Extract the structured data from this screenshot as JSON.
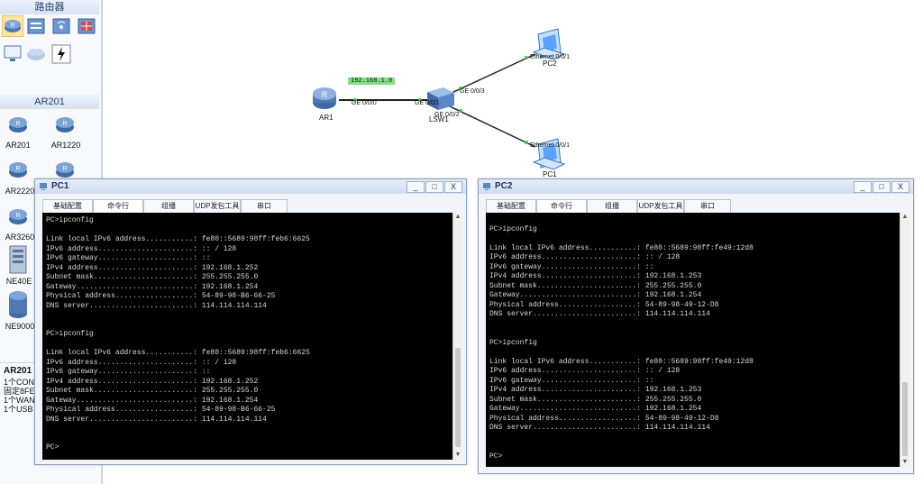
{
  "left_panel": {
    "section1_title": "路由器",
    "section2_title": "AR201",
    "devices": [
      "AR201",
      "AR1220",
      "AR2220",
      "AR3260",
      "NE40E",
      "NE9000"
    ],
    "info_title": "AR201",
    "info_lines": [
      "1个CON/",
      "固定8FE",
      "1个WAN",
      "1个USB"
    ]
  },
  "topology": {
    "nodes": {
      "ar1": "AR1",
      "lsw1": "LSW1",
      "pc1": "PC1",
      "pc2": "PC2"
    },
    "network_label": "192.168.1.0",
    "ports": {
      "ar1_port": "GE 0/0/0",
      "lsw_port1": "GE 0/0/1",
      "lsw_port2": "GE 0/0/2",
      "lsw_port3": "GE 0/0/3",
      "pc1_port": "Ethernet 0/0/1",
      "pc2_port": "Ethernet 0/0/1"
    }
  },
  "tabs": [
    "基础配置",
    "命令行",
    "组播",
    "UDP发包工具",
    "串口"
  ],
  "window_buttons": {
    "minimize": "_",
    "maximize": "□",
    "close": "X"
  },
  "pc1_window": {
    "title": "PC1",
    "lines": [
      "PC>ipconfig",
      "",
      "Link local IPv6 address...........: fe80::5689:98ff:feb6:6625",
      "IPv6 address......................: :: / 128",
      "IPv6 gateway......................: ::",
      "IPv4 address......................: 192.168.1.252",
      "Subnet mask.......................: 255.255.255.0",
      "Gateway...........................: 192.168.1.254",
      "Physical address..................: 54-89-98-B6-66-25",
      "DNS server........................: 114.114.114.114",
      "",
      "",
      "PC>ipconfig",
      "",
      "Link local IPv6 address...........: fe80::5689:98ff:feb6:6625",
      "IPv6 address......................: :: / 128",
      "IPv6 gateway......................: ::",
      "IPv4 address......................: 192.168.1.252",
      "Subnet mask.......................: 255.255.255.0",
      "Gateway...........................: 192.168.1.254",
      "Physical address..................: 54-89-98-B6-66-25",
      "DNS server........................: 114.114.114.114",
      "",
      "",
      "PC>"
    ]
  },
  "pc2_window": {
    "title": "PC2",
    "lines": [
      "",
      "PC>ipconfig",
      "",
      "Link local IPv6 address...........: fe80::5689:98ff:fe49:12d8",
      "IPv6 address......................: :: / 128",
      "IPv6 gateway......................: ::",
      "IPv4 address......................: 192.168.1.253",
      "Subnet mask.......................: 255.255.255.0",
      "Gateway...........................: 192.168.1.254",
      "Physical address..................: 54-89-98-49-12-D8",
      "DNS server........................: 114.114.114.114",
      "",
      "",
      "PC>ipconfig",
      "",
      "Link local IPv6 address...........: fe80::5689:98ff:fe49:12d8",
      "IPv6 address......................: :: / 128",
      "IPv6 gateway......................: ::",
      "IPv4 address......................: 192.168.1.253",
      "Subnet mask.......................: 255.255.255.0",
      "Gateway...........................: 192.168.1.254",
      "Physical address..................: 54-89-98-49-12-D8",
      "DNS server........................: 114.114.114.114",
      "",
      "",
      "PC>"
    ]
  },
  "colors": {
    "terminal_bg": "#000000",
    "terminal_fg": "#d9d9d9",
    "network_label_bg": "#7ee07e",
    "link": "#222222",
    "port_dot": "#44c444"
  }
}
